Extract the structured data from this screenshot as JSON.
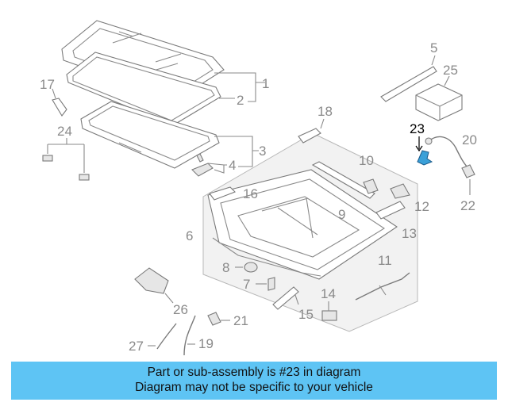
{
  "diagram": {
    "part_numbers": [
      "1",
      "2",
      "3",
      "4",
      "5",
      "6",
      "7",
      "8",
      "9",
      "10",
      "11",
      "12",
      "13",
      "14",
      "15",
      "16",
      "17",
      "18",
      "19",
      "20",
      "21",
      "22",
      "23",
      "24",
      "25",
      "26",
      "27"
    ],
    "highlighted_part": "23",
    "highlight_color": "#3aa0d8"
  },
  "banner": {
    "line1": "Part or sub-assembly is #23 in diagram",
    "line2": "Diagram may not be specific to your vehicle",
    "background": "#5ec4f4"
  }
}
